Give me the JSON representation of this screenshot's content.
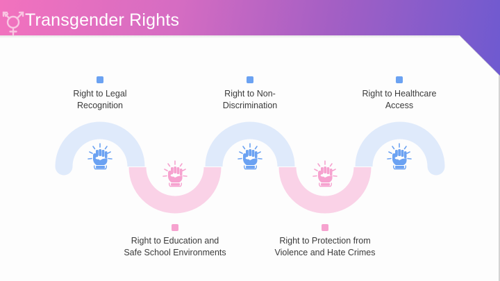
{
  "header": {
    "title": "Transgender Rights",
    "icon": "transgender-symbol-icon"
  },
  "colors": {
    "header_gradient": [
      "#f272be",
      "#d56cc2",
      "#a45fc4",
      "#6e5ad0"
    ],
    "blue_arc": "#dfeafb",
    "pink_arc": "#fad2e7",
    "blue_accent": "#6ba2f2",
    "pink_accent": "#f6a2cf",
    "text": "#3a3a3a"
  },
  "rights": [
    {
      "label_line1": "Right to Legal",
      "label_line2": "Recognition",
      "position": "top",
      "color": "blue",
      "icon": "raised-fist-icon"
    },
    {
      "label_line1": "Right to Education and",
      "label_line2": "Safe School Environments",
      "position": "bottom",
      "color": "pink",
      "icon": "raised-fist-icon"
    },
    {
      "label_line1": "Right to Non-",
      "label_line2": "Discrimination",
      "position": "top",
      "color": "blue",
      "icon": "raised-fist-icon"
    },
    {
      "label_line1": "Right to Protection from",
      "label_line2": "Violence and Hate Crimes",
      "position": "bottom",
      "color": "pink",
      "icon": "raised-fist-icon"
    },
    {
      "label_line1": "Right to Healthcare",
      "label_line2": "Access",
      "position": "top",
      "color": "blue",
      "icon": "raised-fist-icon"
    }
  ]
}
